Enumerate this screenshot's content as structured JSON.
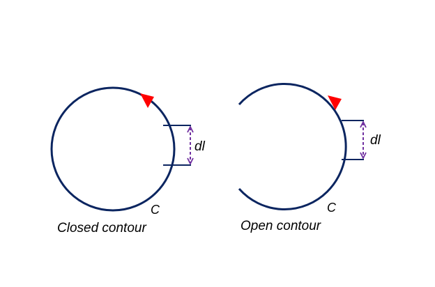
{
  "colors": {
    "contour": "#0b2560",
    "arrow": "#ff0000",
    "dl_marker": "#7030a0",
    "tick": "#0b2560"
  },
  "closed": {
    "caption": "Closed contour",
    "curve_label": "C",
    "element_label": "dl"
  },
  "open": {
    "caption": "Open contour",
    "curve_label": "C",
    "element_label": "dl"
  }
}
